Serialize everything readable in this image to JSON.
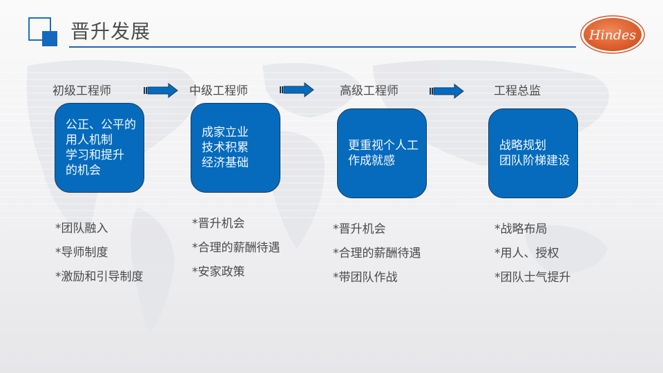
{
  "header": {
    "title": "晋升发展",
    "brand_logo_text": "Hindes"
  },
  "colors": {
    "accent": "#1468be",
    "box_fill": "#066bbd",
    "brand_orange": "#e2622e",
    "text": "#4a4a4a"
  },
  "stages": [
    {
      "label": "初级工程师",
      "box_lines": [
        "公正、公平的",
        "用人机制",
        "学习和提升",
        "的机会"
      ],
      "bullets": [
        "*团队融入",
        "*导师制度",
        "*激励和引导制度"
      ]
    },
    {
      "label": "中级工程师",
      "box_lines": [
        "成家立业",
        "技术积累",
        "经济基础"
      ],
      "bullets": [
        "*晋升机会",
        "*合理的薪酬待遇",
        "*安家政策"
      ]
    },
    {
      "label": "高级工程师",
      "box_lines": [
        "更重视个人工",
        "作成就感"
      ],
      "bullets": [
        "*晋升机会",
        "*合理的薪酬待遇",
        "*带团队作战"
      ]
    },
    {
      "label": "工程总监",
      "box_lines": [
        "战略规划",
        "团队阶梯建设"
      ],
      "bullets": [
        "*战略布局",
        "*用人、授权",
        "*团队士气提升"
      ]
    }
  ],
  "icons": {
    "title_logo": "overlapping-squares-icon",
    "stage_connector": "right-arrow-icon"
  }
}
